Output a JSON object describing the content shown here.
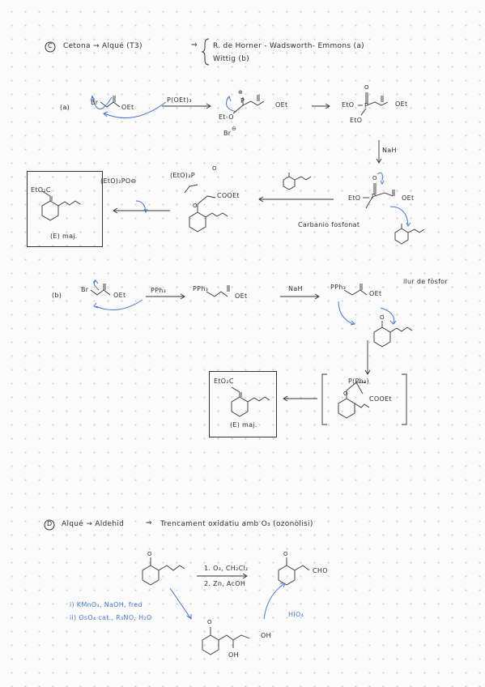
{
  "section_c": {
    "marker": "C",
    "title": "Cetona → Alqué (T3)",
    "arrow": "⇒",
    "option_a": "R. de Horner - Wadsworth- Emmons  (a)",
    "option_b": "Wittig  (b)"
  },
  "part_a": {
    "label": "(a)",
    "reagent_br": "Br",
    "reagent_oet": "OEt",
    "arrow_reagent": "P(OEt)₃",
    "plus": "⊕",
    "minus": "⊖",
    "p_atom": "P",
    "eto_label": "Et-O",
    "br_minus": "Br",
    "product_oet": "OEt",
    "phosphonate_eto_top": "EtO",
    "phosphonate_eto_bottom": "EtO",
    "phosphonate_p": "P",
    "phosphonate_o": "O",
    "phosphonate_oet": "OEt",
    "base": "NaH",
    "carbanion_eto": "EtO",
    "carbanion_p": "P",
    "carbanion_o": "O",
    "carbanion_oet": "OEt",
    "carbanion_label": "Carbanio fosfonat",
    "intermediate_eto2": "(EtO)₂P",
    "intermediate_o_top": "O",
    "intermediate_o_left": "O",
    "intermediate_cooet": "COOEt",
    "eliminated": "(EtO)₂PO⊖",
    "product_co2et": "EtO₂C",
    "product_label": "(E) maj."
  },
  "part_b": {
    "label": "(b)",
    "reagent_br": "Br",
    "reagent_oet": "OEt",
    "arrow_reagent": "PPh₃",
    "salt": "PPh₃",
    "salt_oet": "OEt",
    "base": "NaH",
    "ylide_p": "PPh₃",
    "ylide_oet": "OEt",
    "ylide_note": "ilur de fòsfor",
    "ketone_o": "O",
    "intermediate_p": "P(Ph₃)",
    "intermediate_o": "O",
    "intermediate_cooet": "COOEt",
    "product_co2et": "EtO₂C",
    "product_label": "(E) maj."
  },
  "section_d": {
    "marker": "D",
    "title": "Alqué → Aldehid",
    "arrow": "⇒",
    "subtitle": "Trencament oxidatiu amb O₃ (ozonòlisi)",
    "ketone_o": "O",
    "step1": "1. O₃, CH₂Cl₂",
    "step2": "2. Zn, AcOH",
    "product_cho": "CHO",
    "product_o": "O",
    "alt1": "i) KMnO₄, NaOH, fred",
    "alt2": "ii) OsO₄ cat., R₃NO, H₂O",
    "diol_o": "O",
    "diol_oh1": "OH",
    "diol_oh2": "OH",
    "cleave": "HIO₄"
  },
  "colors": {
    "ink": "#2f2f2f",
    "blue": "#4a78c9",
    "dots": "#cfcfcf",
    "paper": "#fbfbfb"
  }
}
